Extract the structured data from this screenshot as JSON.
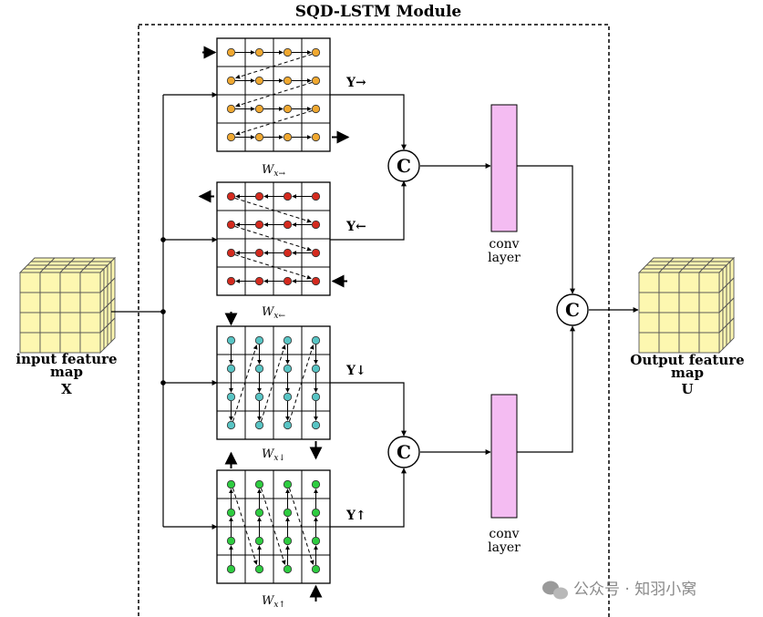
{
  "title": "SQD-LSTM Module",
  "input": {
    "line1": "input feature",
    "line2": "map",
    "line3": "X"
  },
  "output": {
    "line1": "Output feature",
    "line2": "map",
    "line3": "U"
  },
  "grids": [
    {
      "id": "right",
      "weight_base": "W",
      "weight_sub": "x→",
      "output_label": "Y→",
      "dot_color": "#f0a830"
    },
    {
      "id": "left",
      "weight_base": "W",
      "weight_sub": "x←",
      "output_label": "Y←",
      "dot_color": "#d42a1e"
    },
    {
      "id": "down",
      "weight_base": "W",
      "weight_sub": "x↓",
      "output_label": "Y↓",
      "dot_color": "#58c4c4"
    },
    {
      "id": "up",
      "weight_base": "W",
      "weight_sub": "x↑",
      "output_label": "Y↑",
      "dot_color": "#2ecc40"
    }
  ],
  "concat_label": "C",
  "conv_layer": {
    "line1": "conv",
    "line2": "layer",
    "color": "#f4bcf2"
  },
  "cube_color": "#fdf7b0",
  "watermark": "公众号 · 知羽小窝"
}
